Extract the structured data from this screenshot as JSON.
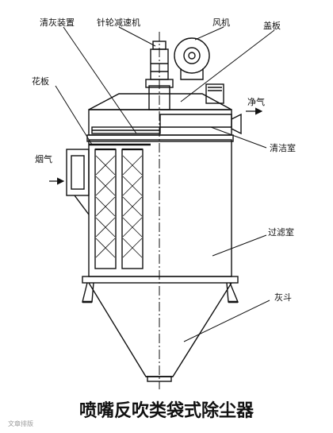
{
  "diagram": {
    "title": "喷嘴反吹类袋式除尘器",
    "labels": {
      "cleaning_device": "清灰装置",
      "needle_reducer": "针轮减速机",
      "fan": "风机",
      "cover_plate": "盖板",
      "flower_plate": "花板",
      "clean_gas": "净气",
      "clean_chamber": "清洁室",
      "flue_gas": "烟气",
      "filter_chamber": "过滤室",
      "ash_hopper": "灰斗"
    },
    "watermark": "文章排版",
    "colors": {
      "line": "#111111",
      "background": "#ffffff"
    }
  }
}
